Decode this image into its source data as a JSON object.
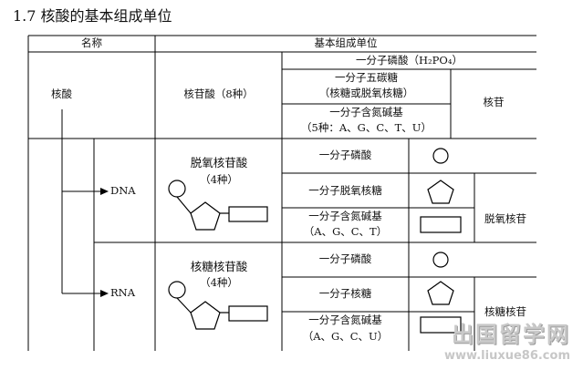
{
  "title": "1.7 核酸的基本组成单位",
  "headers": {
    "name": "名称",
    "unit": "基本组成单位"
  },
  "nucleic": {
    "name": "核酸",
    "nucleotide": "核苷酸（8种）",
    "phosphate": "一分子磷酸（H₂PO₄）",
    "sugar_line1": "一分子五碳糖",
    "sugar_line2": "（核糖或脱氧核糖）",
    "base_line1": "一分子含氮碱基",
    "base_line2": "（5种：A、G、C、T、U）",
    "nucleoside": "核苷"
  },
  "dna": {
    "label": "DNA",
    "nucleotide_line1": "脱氧核苷酸",
    "nucleotide_line2": "（4种）",
    "phosphate": "一分子磷酸",
    "sugar": "一分子脱氧核糖",
    "base_line1": "一分子含氮碱基",
    "base_line2": "（A、G、C、T）",
    "nucleoside": "脱氧核苷"
  },
  "rna": {
    "label": "RNA",
    "nucleotide_line1": "核糖核苷酸",
    "nucleotide_line2": "（4种）",
    "phosphate": "一分子磷酸",
    "sugar": "一分子核糖",
    "base_line1": "一分子含氮碱基",
    "base_line2": "（A、G、C、U）",
    "nucleoside": "核糖核苷"
  },
  "watermark": {
    "main": "出国留学网",
    "url": "www.liuxue86.com"
  }
}
